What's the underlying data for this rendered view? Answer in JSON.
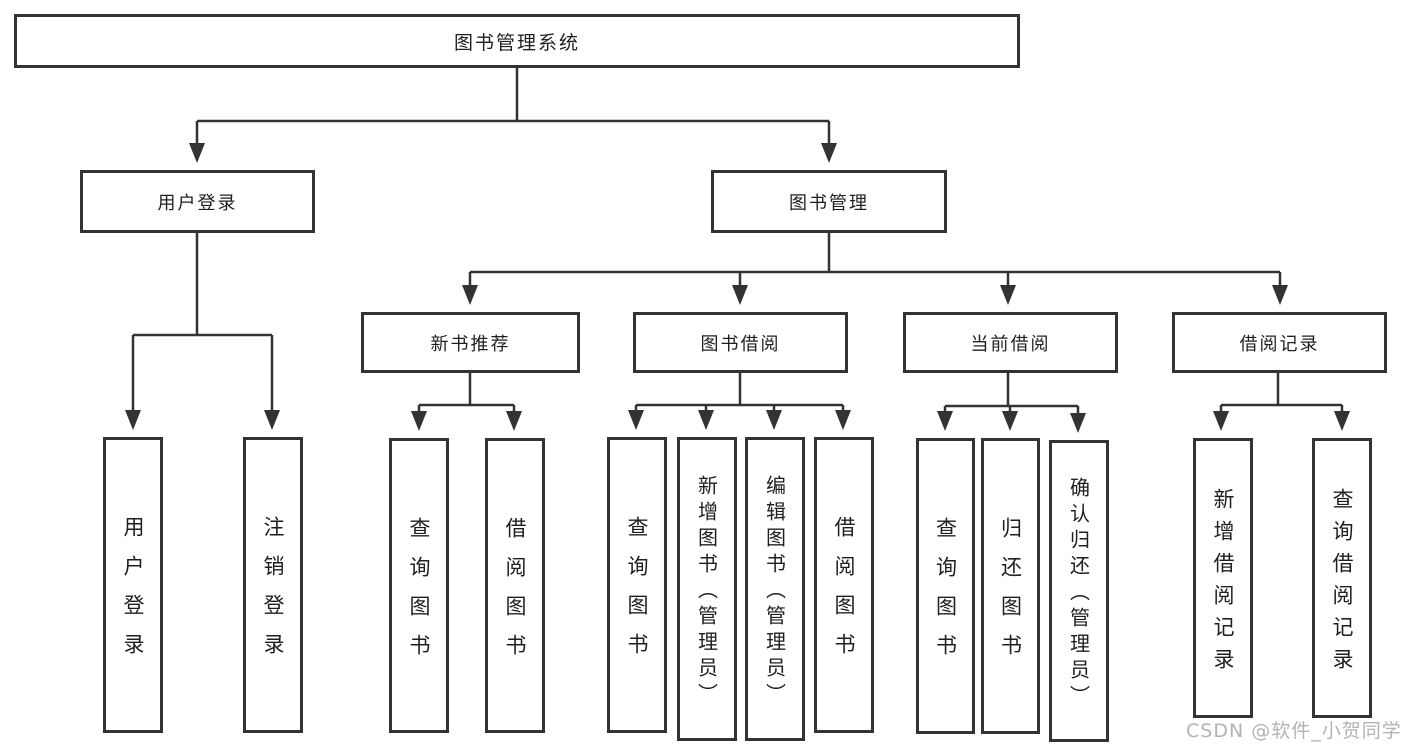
{
  "diagram": {
    "root": {
      "label": "图书管理系统"
    },
    "branches": [
      {
        "label": "用户登录",
        "children": [
          {
            "label": "用户登录"
          },
          {
            "label": "注销登录"
          }
        ]
      },
      {
        "label": "图书管理",
        "children": [
          {
            "label": "新书推荐",
            "children": [
              {
                "label": "查询图书"
              },
              {
                "label": "借阅图书"
              }
            ]
          },
          {
            "label": "图书借阅",
            "children": [
              {
                "label": "查询图书"
              },
              {
                "label": "新增图书（管理员）"
              },
              {
                "label": "编辑图书（管理员）"
              },
              {
                "label": "借阅图书"
              }
            ]
          },
          {
            "label": "当前借阅",
            "children": [
              {
                "label": "查询图书"
              },
              {
                "label": "归还图书"
              },
              {
                "label": "确认归还（管理员）"
              }
            ]
          },
          {
            "label": "借阅记录",
            "children": [
              {
                "label": "新增借阅记录"
              },
              {
                "label": "查询借阅记录"
              }
            ]
          }
        ]
      }
    ]
  },
  "watermark": "CSDN @软件_小贺同学",
  "colors": {
    "line": "#333333",
    "box_border": "#333333",
    "text": "#1f1f1f",
    "background": "#ffffff",
    "watermark": "#b3b3b3"
  }
}
